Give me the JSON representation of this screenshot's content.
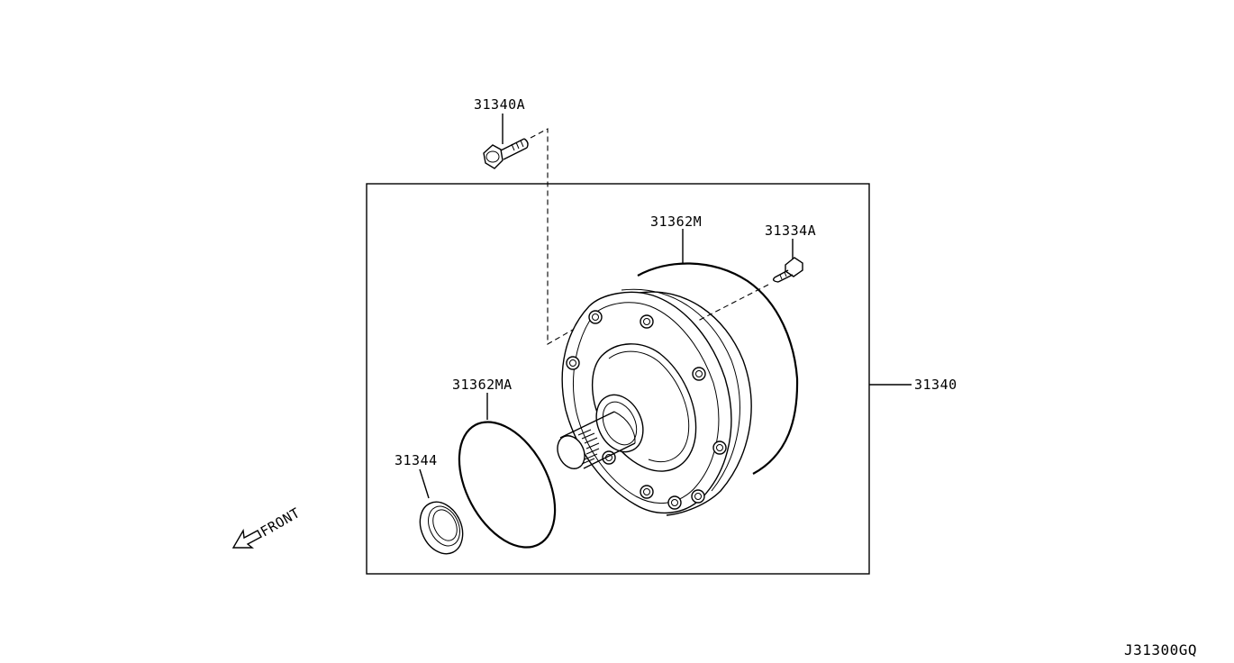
{
  "parts": {
    "bolt_top": "31340A",
    "seal_ring_large": "31362M",
    "bolt_right": "31334A",
    "pump_assembly": "31340",
    "seal_ring_small": "31362MA",
    "oil_seal": "31344"
  },
  "direction_label": "FRONT",
  "diagram_code": "J31300GQ"
}
